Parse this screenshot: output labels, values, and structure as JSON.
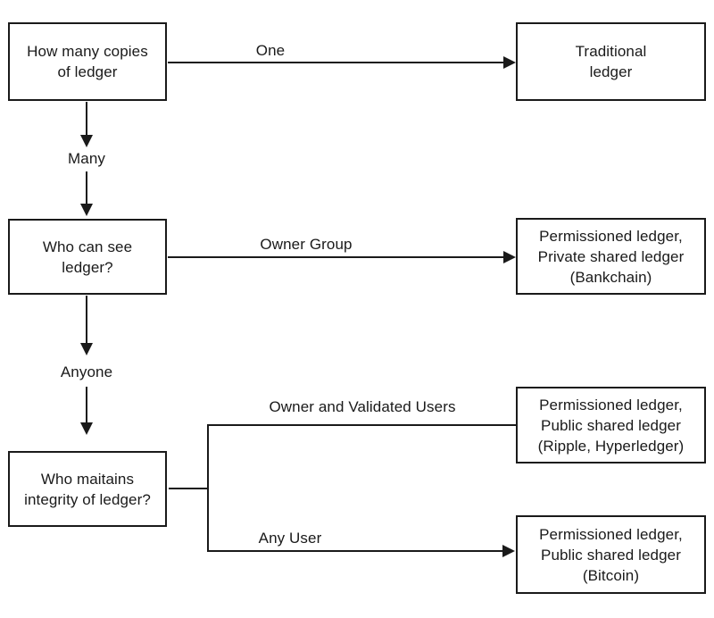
{
  "diagram": {
    "background_color": "#ffffff",
    "line_color": "#1a1a1a",
    "text_color": "#1a1a1a",
    "nodes": {
      "how_many_copies": {
        "label": "How many copies\nof ledger"
      },
      "traditional_ledger": {
        "label": "Traditional\nledger"
      },
      "who_can_see": {
        "label": "Who can see\nledger?"
      },
      "permissioned_private": {
        "label": "Permissioned ledger,\nPrivate shared ledger\n(Bankchain)"
      },
      "who_maintains": {
        "label": "Who maitains\nintegrity of ledger?"
      },
      "permissioned_public_ripple": {
        "label": "Permissioned ledger,\nPublic shared ledger\n(Ripple, Hyperledger)"
      },
      "permissioned_public_bitcoin": {
        "label": "Permissioned ledger,\nPublic shared ledger\n(Bitcoin)"
      }
    },
    "edge_labels": {
      "one": "One",
      "many": "Many",
      "owner_group": "Owner Group",
      "anyone": "Anyone",
      "owner_and_validated_users": "Owner and Validated Users",
      "any_user": "Any User"
    }
  }
}
